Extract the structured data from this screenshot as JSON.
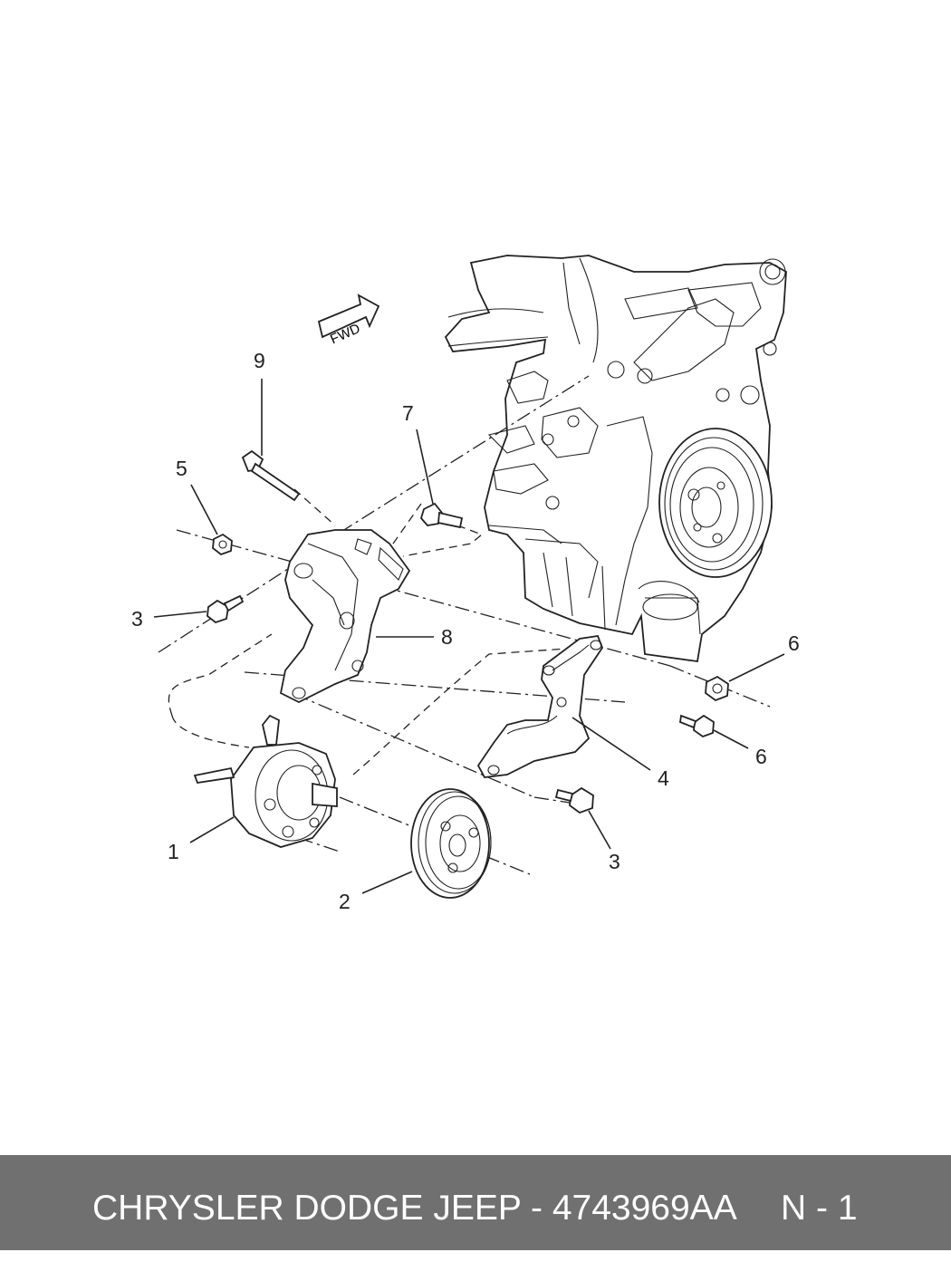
{
  "diagram": {
    "fwd_label": "FWD",
    "callouts": [
      {
        "id": "c1",
        "label": "1"
      },
      {
        "id": "c2",
        "label": "2"
      },
      {
        "id": "c3a",
        "label": "3"
      },
      {
        "id": "c3b",
        "label": "3"
      },
      {
        "id": "c4",
        "label": "4"
      },
      {
        "id": "c5",
        "label": "5"
      },
      {
        "id": "c6a",
        "label": "6"
      },
      {
        "id": "c6b",
        "label": "6"
      },
      {
        "id": "c7",
        "label": "7"
      },
      {
        "id": "c8",
        "label": "8"
      },
      {
        "id": "c9",
        "label": "9"
      }
    ]
  },
  "footer": {
    "title": "CHRYSLER DODGE JEEP - 4743969AA",
    "page": "N - 1"
  }
}
